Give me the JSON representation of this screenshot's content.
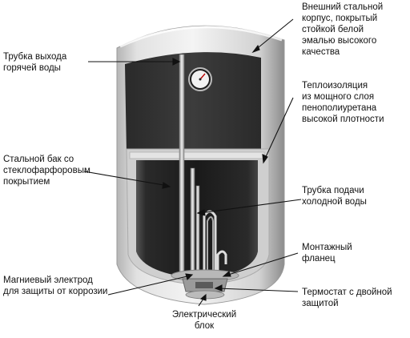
{
  "colors": {
    "body_light": "#eeeeee",
    "body_dark": "#8a8a8a",
    "inner_dark": "#1e1e1e",
    "leader_line": "#111111"
  },
  "labels": {
    "outer_casing": "Внешний стальной\nкорпус, покрытый\nстойкой белой\nэмалью высокого\nкачества",
    "hot_water_pipe": "Трубка выхода\nгорячей воды",
    "insulation": "Теплоизоляция\nиз мощного слоя\nпенополиуретана\nвысокой плотности",
    "steel_tank": "Стальной бак со\nстеклофарфоровым\nпокрытием",
    "cold_water_pipe": "Трубка подачи\nхолодной воды",
    "mounting_flange": "Монтажный\nфланец",
    "magnesium_anode": "Магниевый электрод\nдля защиты от коррозии",
    "thermostat": "Термостат с двойной\nзащитой",
    "electric_unit": "Электрический\nблок"
  },
  "icons": {
    "gauge": "thermometer-gauge-icon"
  }
}
